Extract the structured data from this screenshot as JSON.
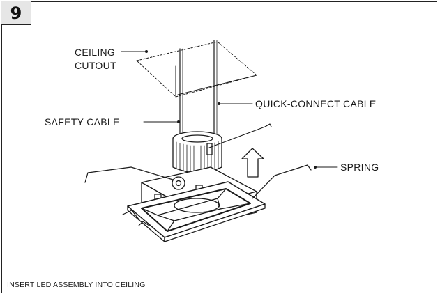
{
  "step": {
    "number": "9"
  },
  "labels": {
    "ceiling_cutout_line1": "CEILING",
    "ceiling_cutout_line2": "CUTOUT",
    "safety_cable": "SAFETY CABLE",
    "quick_connect_cable": "QUICK-CONNECT CABLE",
    "spring": "SPRING"
  },
  "caption": "INSERT LED ASSEMBLY INTO CEILING"
}
